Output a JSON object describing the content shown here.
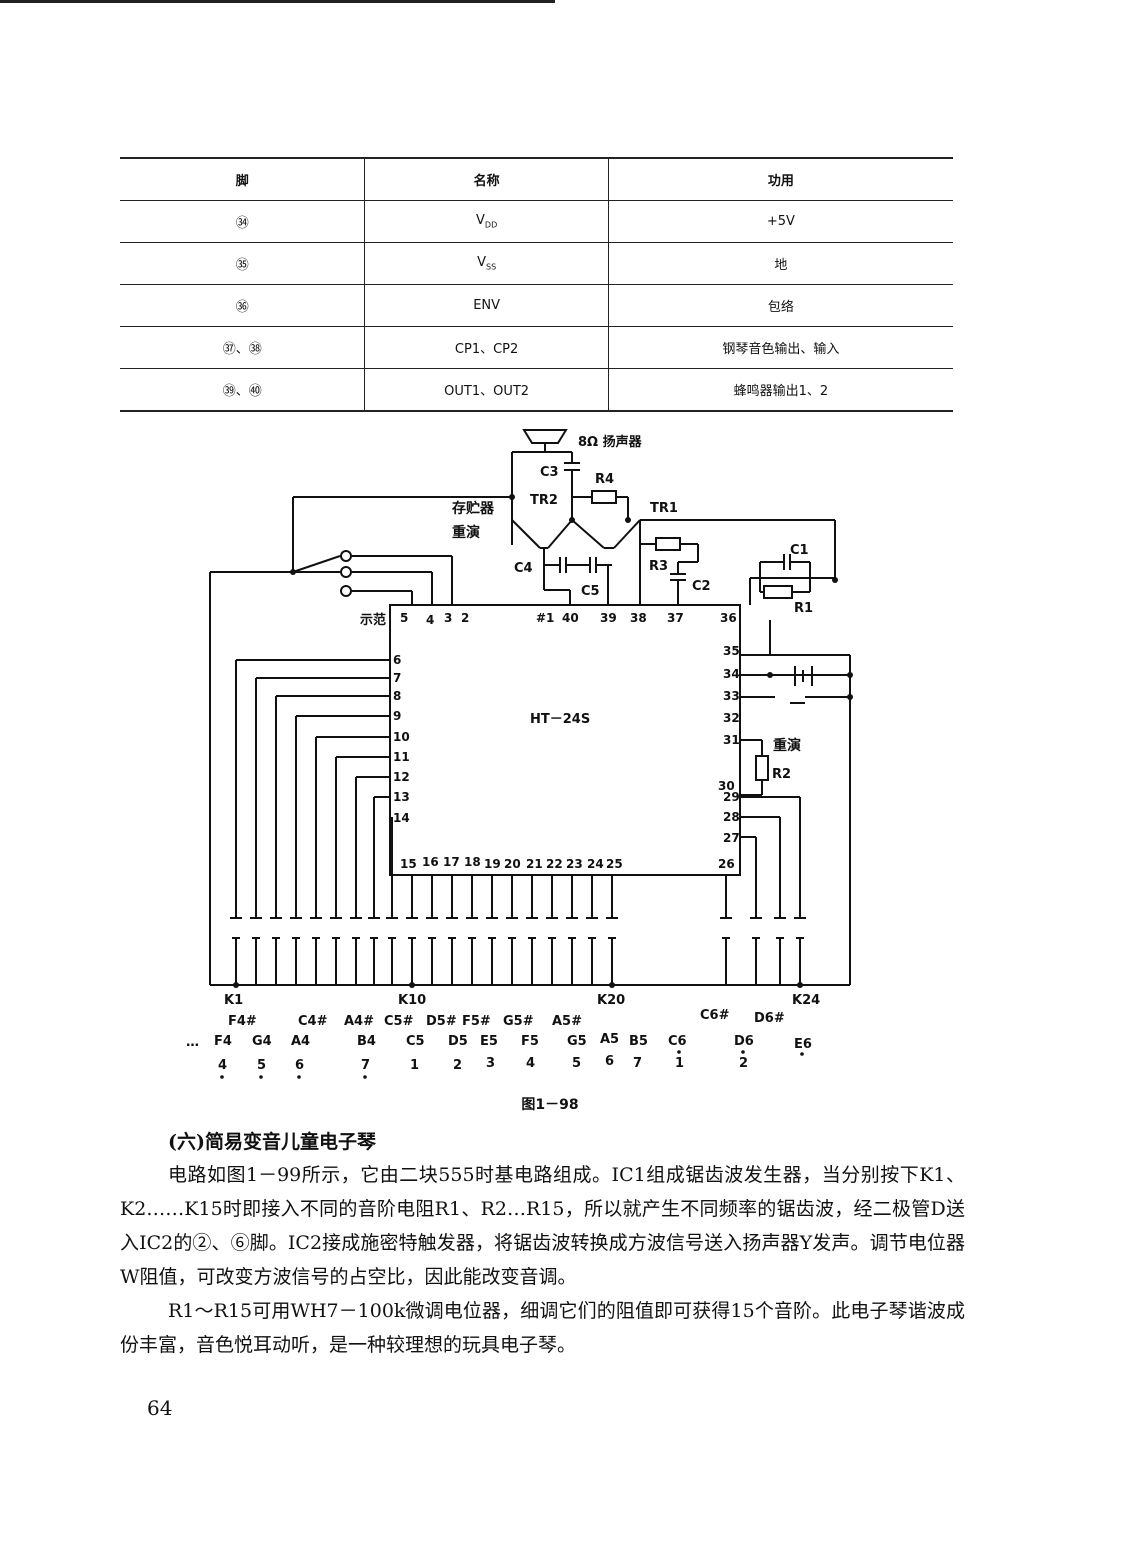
{
  "table": {
    "headers": [
      "脚",
      "名称",
      "功用"
    ],
    "rows": [
      {
        "pin": "㉞",
        "name_main": "V",
        "name_sub": "DD",
        "func": "+5V"
      },
      {
        "pin": "㉟",
        "name_main": "V",
        "name_sub": "SS",
        "func": "地"
      },
      {
        "pin": "㊱",
        "name_main": "ENV",
        "name_sub": "",
        "func": "包络"
      },
      {
        "pin": "㊲、㊳",
        "name_main": "CP1、CP2",
        "name_sub": "",
        "func": "钢琴音色输出、输入"
      },
      {
        "pin": "㊴、㊵",
        "name_main": "OUT1、OUT2",
        "name_sub": "",
        "func": "蜂鸣器输出1、2"
      }
    ]
  },
  "circuit": {
    "chip": "HT－24S",
    "speaker": "8Ω 扬声器",
    "labels": {
      "c3": "C3",
      "r4": "R4",
      "tr2": "TR2",
      "tr1": "TR1",
      "c1": "C1",
      "r1": "R1",
      "c4": "C4",
      "c5": "C5",
      "r3": "R3",
      "c2": "C2",
      "r2": "R2",
      "store": "存贮器",
      "replay": "重演",
      "replay2": "重演",
      "demo": "示范"
    },
    "top_pins": [
      "5",
      "4",
      "3",
      "2",
      "#1",
      "40",
      "39",
      "38",
      "37",
      "36"
    ],
    "left_pins": [
      "6",
      "7",
      "8",
      "9",
      "10",
      "11",
      "12",
      "13",
      "14"
    ],
    "right_pins": [
      "35",
      "34",
      "33",
      "32",
      "31",
      "30",
      "29",
      "28",
      "27"
    ],
    "bottom_pins": [
      "15",
      "16",
      "17",
      "18",
      "19",
      "20",
      "21",
      "22",
      "23",
      "24",
      "25",
      "26"
    ],
    "keys": [
      "K1",
      "K10",
      "K20",
      "K24"
    ],
    "sharp_notes": [
      "F4#",
      "C4#",
      "A4#",
      "C5#",
      "D5#",
      "F5#",
      "G5#",
      "A5#",
      "C6#",
      "D6#"
    ],
    "notes": [
      "F4",
      "G4",
      "A4",
      "B4",
      "C5",
      "D5",
      "E5",
      "F5",
      "G5",
      "A5",
      "B5",
      "C6",
      "D6",
      "E6"
    ],
    "note_nums": [
      "4",
      "5",
      "6",
      "7",
      "1",
      "2",
      "3",
      "4",
      "5",
      "6",
      "7",
      "1",
      "2"
    ],
    "ellipsis": "…"
  },
  "figure_caption": "图1－98",
  "section_title": "(六)简易变音儿童电子琴",
  "paragraphs": [
    "电路如图1－99所示，它由二块555时基电路组成。IC1组成锯齿波发生器，当分别按下K1、K2……K15时即接入不同的音阶电阻R1、R2…R15，所以就产生不同频率的锯齿波，经二极管D送入IC2的②、⑥脚。IC2接成施密特触发器，将锯齿波转换成方波信号送入扬声器Y发声。调节电位器W阻值，可改变方波信号的占空比，因此能改变音调。",
    "R1～R15可用WH7－100k微调电位器，细调它们的阻值即可获得15个音阶。此电子琴谐波成份丰富，音色悦耳动听，是一种较理想的玩具电子琴。"
  ],
  "page_number": "64"
}
